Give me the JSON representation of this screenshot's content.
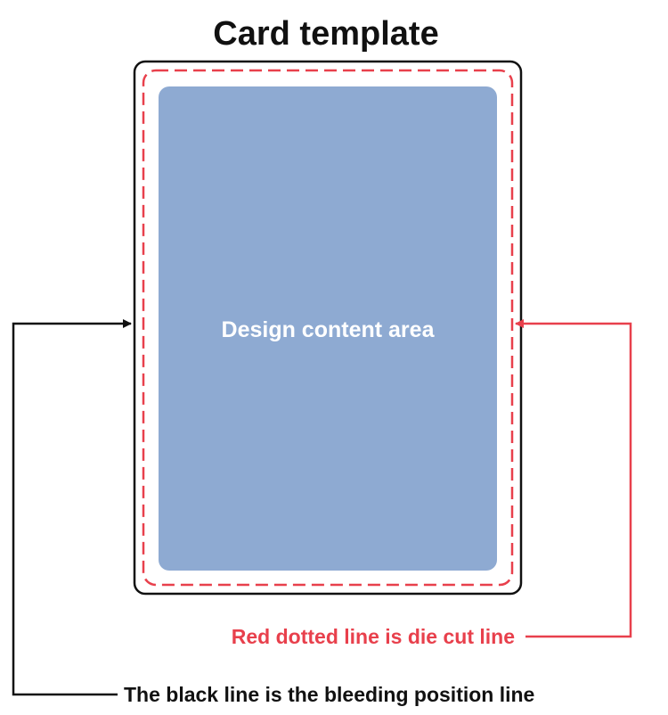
{
  "title": "Card template",
  "content_area_label": "Design content area",
  "die_cut_caption": "Red dotted line is die cut line",
  "bleed_caption": "The black line is the bleeding position line",
  "colors": {
    "bleed_line": "#111111",
    "die_cut_line": "#e8404c",
    "content_fill": "#8eaad2",
    "content_text": "#ffffff",
    "title_text": "#111111"
  }
}
